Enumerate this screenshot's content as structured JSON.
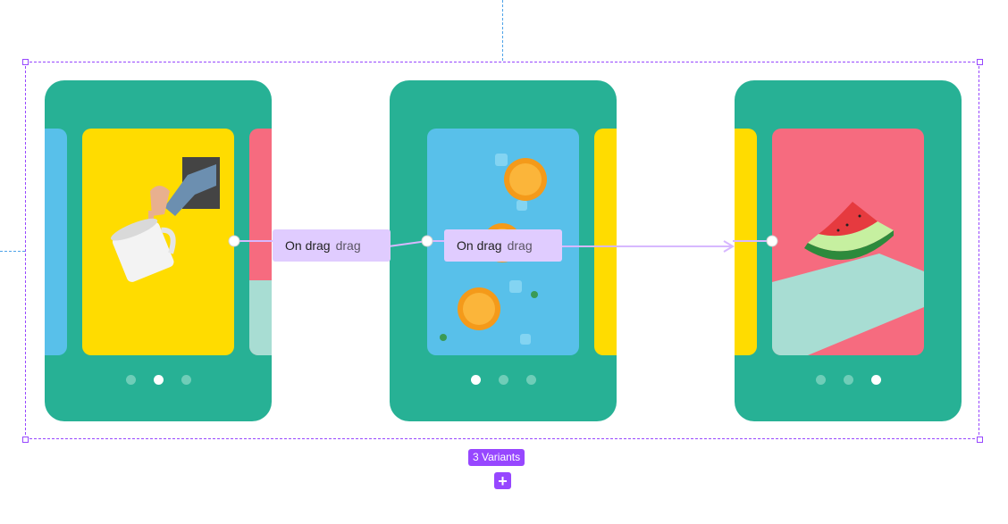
{
  "canvas": {
    "variants_badge": "3 Variants",
    "add_variant_icon": "plus-icon"
  },
  "colors": {
    "card_background": "#27b195",
    "slide_yellow": "#ffdc00",
    "slide_blue": "#58c0ea",
    "slide_pink": "#f66b7f",
    "selection": "#9747ff",
    "prototype_label": "#e0ccff",
    "guide": "#4ea3e8"
  },
  "variants": [
    {
      "image": "hand-holding-mug-image",
      "active_dot": 2,
      "dot_count": 3
    },
    {
      "image": "orange-slices-on-ice-image",
      "active_dot": 1,
      "dot_count": 3
    },
    {
      "image": "watermelon-slice-image",
      "active_dot": 3,
      "dot_count": 3
    }
  ],
  "prototype": {
    "connections": [
      {
        "trigger": "On drag",
        "overlap_text": "drag"
      },
      {
        "trigger": "On drag",
        "overlap_text": "drag"
      }
    ]
  }
}
